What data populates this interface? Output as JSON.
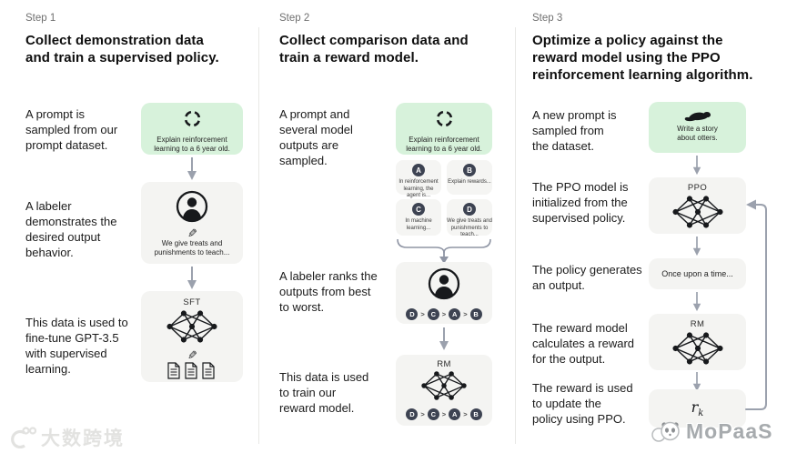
{
  "step1": {
    "label": "Step 1",
    "title": "Collect demonstration data\nand train a supervised policy.",
    "prompt_desc": "A prompt is\nsampled from our\nprompt dataset.",
    "prompt_box_text": "Explain reinforcement\nlearning to a 6 year old.",
    "labeler_desc": "A labeler\ndemonstrates the\ndesired output\nbehavior.",
    "labeler_box_text": "We give treats and\npunishments to teach...",
    "sft_label": "SFT",
    "sft_desc": "This data is used to\nfine-tune GPT-3.5\nwith supervised\nlearning."
  },
  "step2": {
    "label": "Step 2",
    "title": "Collect comparison data and\ntrain a reward model.",
    "sampled_desc": "A prompt and\nseveral model\noutputs are\nsampled.",
    "prompt_box_text": "Explain reinforcement\nlearning to a 6 year old.",
    "outputs": [
      {
        "id": "A",
        "text": "In reinforcement\nlearning, the\nagent is..."
      },
      {
        "id": "B",
        "text": "Explain rewards..."
      },
      {
        "id": "C",
        "text": "In machine\nlearning..."
      },
      {
        "id": "D",
        "text": "We give treats and\npunishments to\nteach..."
      }
    ],
    "rank_desc": "A labeler ranks the\noutputs from best\nto worst.",
    "ranking": [
      "D",
      "C",
      "A",
      "B"
    ],
    "rank_separator": ">",
    "rm_label": "RM",
    "rm_desc": "This data is used\nto train our\nreward model."
  },
  "step3": {
    "label": "Step 3",
    "title": "Optimize a policy against the\nreward model using the PPO\nreinforcement learning algorithm.",
    "prompt_desc": "A new prompt is\nsampled from\nthe dataset.",
    "prompt_box_text": "Write a story\nabout otters.",
    "ppo_desc": "The PPO model is\ninitialized from the\nsupervised policy.",
    "ppo_label": "PPO",
    "output_desc": "The policy generates\nan output.",
    "output_box_text": "Once upon a time...",
    "rm_desc": "The reward model\ncalculates a reward\nfor the output.",
    "rm_label": "RM",
    "reward_desc": "The reward is used\nto update the\npolicy using PPO.",
    "reward_symbol": "r",
    "reward_subscript": "k"
  },
  "watermarks": {
    "bottom_left": "大数跨境",
    "bottom_right": "MoPaaS"
  },
  "colors": {
    "green_box": "#d7f2db",
    "panel_box": "#f4f4f2",
    "chip": "#3d4352",
    "arrow": "#9ba1ad",
    "divider": "#e8e8e6"
  }
}
